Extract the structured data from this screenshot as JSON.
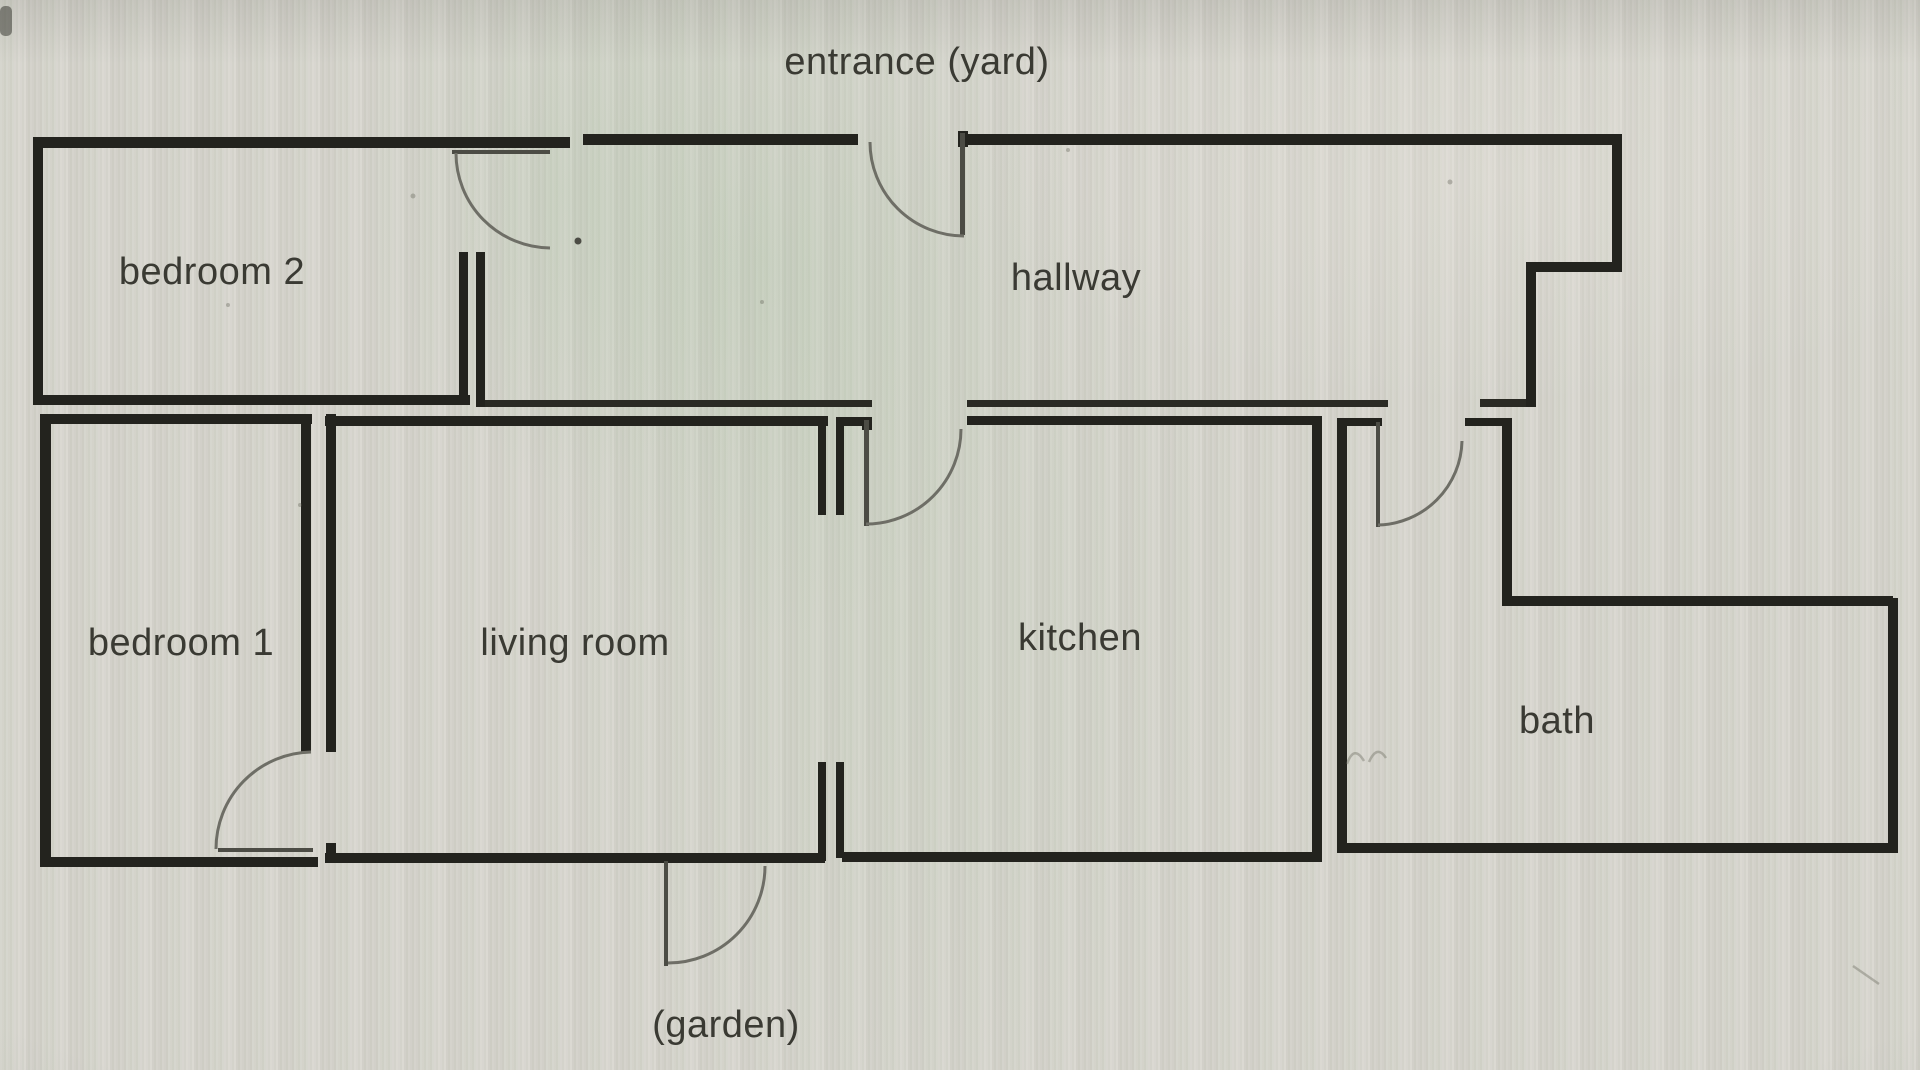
{
  "plan": {
    "labels": {
      "entrance": "entrance (yard)",
      "bedroom2": "bedroom 2",
      "hallway": "hallway",
      "bedroom1": "bedroom 1",
      "living_room": "living room",
      "kitchen": "kitchen",
      "bath": "bath",
      "garden": "(garden)"
    },
    "symbols": {
      "door_swings": [
        "bedroom2-door",
        "entrance-door",
        "kitchen-door",
        "bath-door",
        "bedroom1-door",
        "garden-door"
      ]
    },
    "colors": {
      "background": "#d6d4cd",
      "wall": "#23231e",
      "door_leaf": "#4c4c45",
      "door_arc": "#6e6e66",
      "text": "#3a3a33",
      "moire_green": "#8fb987"
    }
  }
}
